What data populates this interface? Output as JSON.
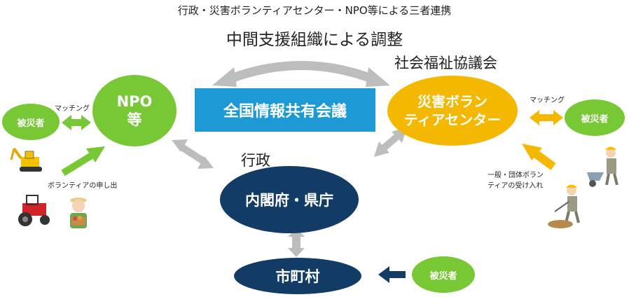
{
  "header": {
    "subtitle": "行政・災害ボランティアセンター・NPO等による三者連携",
    "title": "中間支援組織による調整"
  },
  "labels": {
    "shakyo": "社会福祉協議会",
    "gyosei": "行政",
    "matching_left": "マッチング",
    "matching_right": "マッチング",
    "volunteer_offer": "ボランティアの申し出",
    "general_volunteer_line1": "一般・団体ボラン",
    "general_volunteer_line2": "ティアの受け入れ"
  },
  "nodes": {
    "npo_line1": "NPO",
    "npo_line2": "等",
    "council": "全国情報共有会議",
    "disaster_center_line1": "災害ボラン",
    "disaster_center_line2": "ティアセンター",
    "cabinet": "内閣府・県庁",
    "municipality": "市町村",
    "victim_left": "被災者",
    "victim_right": "被災者",
    "victim_bottom": "被災者"
  },
  "colors": {
    "green": "#77c834",
    "yellow": "#f5b800",
    "blue": "#1d9ad6",
    "navy": "#123c66",
    "gray": "#bdbdbd"
  },
  "icons": [
    "excavator-icon",
    "tractor-icon",
    "farmer-icon",
    "wheelbarrow-worker-icon",
    "shovel-worker-icon"
  ]
}
